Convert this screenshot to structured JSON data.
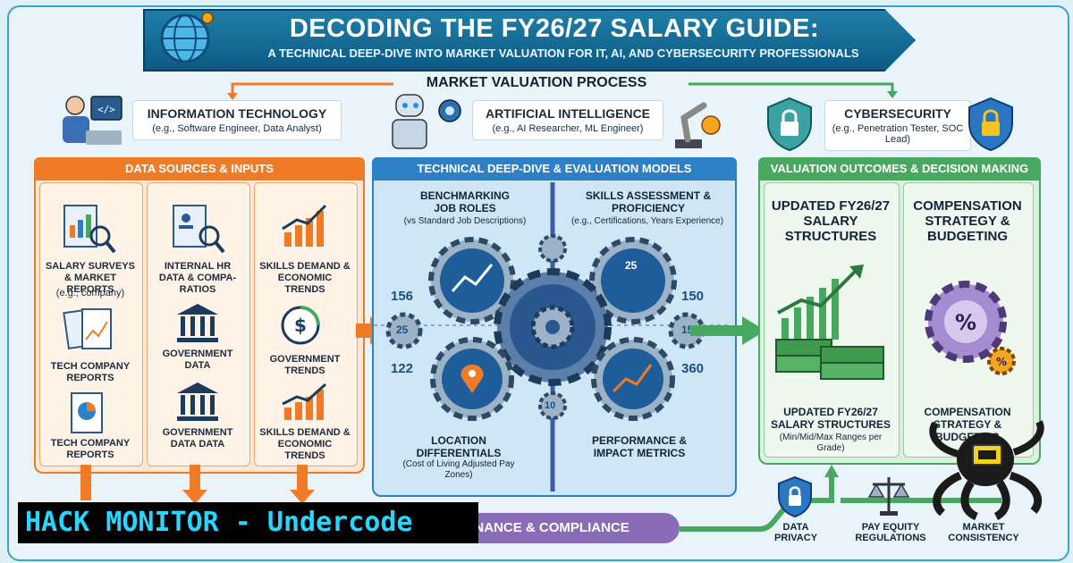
{
  "header": {
    "title": "DECODING THE FY26/27 SALARY GUIDE:",
    "subtitle": "A TECHNICAL DEEP-DIVE INTO MARKET VALUATION FOR IT, AI, AND CYBERSECURITY PROFESSIONALS"
  },
  "process_title": "MARKET VALUATION PROCESS",
  "domains": [
    {
      "name": "INFORMATION TECHNOLOGY",
      "example": "(e.g., Software Engineer, Data Analyst)"
    },
    {
      "name": "ARTIFICIAL INTELLIGENCE",
      "example": "(e.g., AI Researcher, ML Engineer)"
    },
    {
      "name": "CYBERSECURITY",
      "example": "(e.g., Penetration Tester, SOC Lead)"
    }
  ],
  "left": {
    "banner": "DATA SOURCES & INPUTS",
    "col1": {
      "item1": "SALARY SURVEYS & MARKET REPORTS",
      "item1_sub": "(e.g., company)",
      "item2": "TECH COMPANY REPORTS",
      "item3": "TECH COMPANY REPORTS"
    },
    "col2": {
      "item1": "INTERNAL HR DATA & COMPA-RATIOS",
      "item2": "GOVERNMENT DATA",
      "item3": "GOVERNMENT DATA DATA"
    },
    "col3": {
      "item1": "SKILLS DEMAND & ECONOMIC TRENDS",
      "item2": "GOVERNMENT TRENDS",
      "item3": "SKILLS DEMAND & ECONOMIC TRENDS"
    }
  },
  "middle": {
    "banner": "TECHNICAL DEEP-DIVE & EVALUATION MODELS",
    "q1_title": "BENCHMARKING JOB ROLES",
    "q1_sub": "(vs Standard Job Descriptions)",
    "q2_title": "SKILLS ASSESSMENT & PROFICIENCY",
    "q2_sub": "(e.g., Certifications, Years Experience)",
    "q3_title": "LOCATION DIFFERENTIALS",
    "q3_sub": "(Cost of Living Adjusted Pay Zones)",
    "q4_title": "PERFORMANCE & IMPACT METRICS",
    "numbers": {
      "n156": "156",
      "n122": "122",
      "n150": "150",
      "n360": "360",
      "g25a": "25",
      "g25b": "25",
      "g15": "15",
      "g10": "10"
    }
  },
  "right": {
    "banner": "VALUATION OUTCOMES & DECISION MAKING",
    "col1_title": "UPDATED FY26/27 SALARY STRUCTURES",
    "col1_mid": "UPDATED FY26/27 SALARY STRUCTURES",
    "col1_sub": "(Min/Mid/Max Ranges per Grade)",
    "col2_title": "COMPENSATION STRATEGY & BUDGETING",
    "col2_mid": "COMPENSATION STRATEGY & BUDGETING"
  },
  "bottom": {
    "governance": "GOVERNANCE & COMPLIANCE",
    "items": [
      "DATA PRIVACY",
      "PAY EQUITY REGULATIONS",
      "MARKET CONSISTENCY"
    ]
  },
  "watermark": "HACK MONITOR - Undercode",
  "colors": {
    "orange": "#f07b27",
    "blue": "#2d7fc6",
    "green": "#47a860",
    "navy": "#0d5a84",
    "purple": "#8a6bb8"
  }
}
